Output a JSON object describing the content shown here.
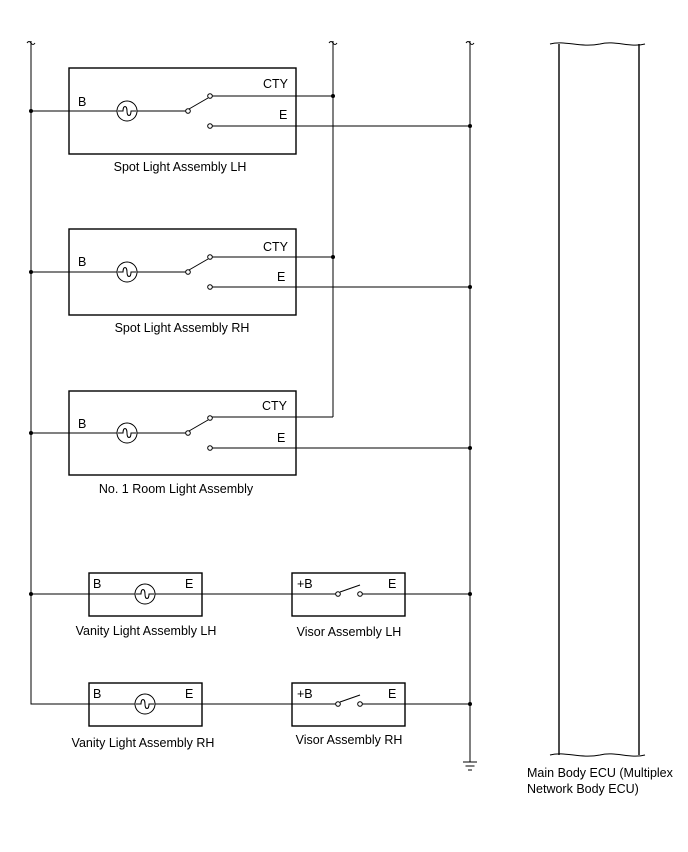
{
  "components": {
    "spot_lh": {
      "name": "Spot Light Assembly LH",
      "pins": {
        "b": "B",
        "cty": "CTY",
        "e": "E"
      }
    },
    "spot_rh": {
      "name": "Spot Light Assembly RH",
      "pins": {
        "b": "B",
        "cty": "CTY",
        "e": "E"
      }
    },
    "room": {
      "name": "No. 1 Room Light Assembly",
      "pins": {
        "b": "B",
        "cty": "CTY",
        "e": "E"
      }
    },
    "vanity_lh": {
      "name": "Vanity Light Assembly LH",
      "pins": {
        "b": "B",
        "e": "E"
      }
    },
    "visor_lh": {
      "name": "Visor Assembly LH",
      "pins": {
        "b": "+B",
        "e": "E"
      }
    },
    "vanity_rh": {
      "name": "Vanity Light Assembly RH",
      "pins": {
        "b": "B",
        "e": "E"
      }
    },
    "visor_rh": {
      "name": "Visor Assembly RH",
      "pins": {
        "b": "+B",
        "e": "E"
      }
    },
    "ecu": {
      "name_line1": "Main Body ECU (Multiplex",
      "name_line2": "Network Body ECU)"
    }
  },
  "colors": {
    "line": "#000000",
    "background": "#ffffff"
  }
}
